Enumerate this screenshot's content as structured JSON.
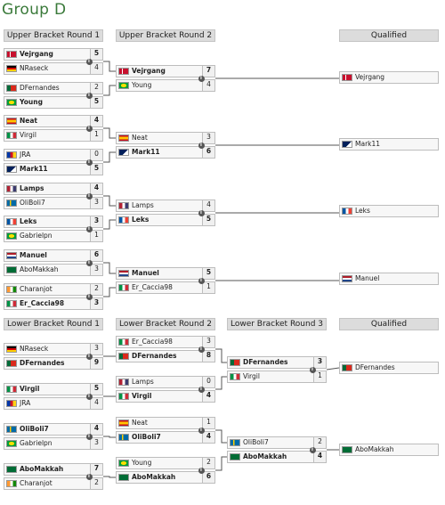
{
  "title": "Group D",
  "upper_headers": [
    "Upper Bracket Round 1",
    "Upper Bracket Round 2",
    "Qualified"
  ],
  "lower_headers": [
    "Lower Bracket Round 1",
    "Lower Bracket Round 2",
    "Lower Bracket Round 3",
    "Qualified"
  ],
  "info_glyph": "i",
  "flag_colors": {
    "dk": [
      "#c8102e",
      "#ffffff"
    ],
    "nz": [
      "#1f3a8a",
      "#c8102e"
    ],
    "de": [
      "#000000",
      "#dd0000",
      "#ffce00"
    ],
    "pt": [
      "#046a38",
      "#da291c"
    ],
    "br": [
      "#009c3b",
      "#ffdf00"
    ],
    "es": [
      "#c60b1e",
      "#ffc400"
    ],
    "it": [
      "#009246",
      "#ffffff",
      "#ce2b37"
    ],
    "ph": [
      "#0038a8",
      "#ce1126",
      "#fcd116"
    ],
    "au": [
      "#00205b",
      "#ffffff"
    ],
    "us": [
      "#b22234",
      "#ffffff",
      "#3c3b6e"
    ],
    "se": [
      "#006aa7",
      "#fecc00"
    ],
    "fr": [
      "#0055a4",
      "#ffffff",
      "#ef4135"
    ],
    "nl": [
      "#ae1c28",
      "#ffffff",
      "#21468b"
    ],
    "sa": [
      "#006c35",
      "#ffffff"
    ],
    "in": [
      "#ff9933",
      "#ffffff",
      "#138808"
    ]
  },
  "upper_r1": [
    [
      {
        "name": "Vejrgang",
        "flag": "dk",
        "score": "5",
        "win": true
      },
      {
        "name": "NRaseck",
        "flag": "de",
        "score": "4",
        "win": false
      }
    ],
    [
      {
        "name": "DFernandes",
        "flag": "pt",
        "score": "2",
        "win": false
      },
      {
        "name": "Young",
        "flag": "br",
        "score": "5",
        "win": true
      }
    ],
    [
      {
        "name": "Neat",
        "flag": "es",
        "score": "4",
        "win": true
      },
      {
        "name": "Virgil",
        "flag": "it",
        "score": "1",
        "win": false
      }
    ],
    [
      {
        "name": "JRA",
        "flag": "ph",
        "score": "0",
        "win": false
      },
      {
        "name": "Mark11",
        "flag": "au",
        "score": "5",
        "win": true
      }
    ],
    [
      {
        "name": "Lamps",
        "flag": "us",
        "score": "4",
        "win": true
      },
      {
        "name": "OliBoli7",
        "flag": "se",
        "score": "3",
        "win": false
      }
    ],
    [
      {
        "name": "Leks",
        "flag": "fr",
        "score": "3",
        "win": true
      },
      {
        "name": "Gabrielpn",
        "flag": "br",
        "score": "1",
        "win": false
      }
    ],
    [
      {
        "name": "Manuel",
        "flag": "nl",
        "score": "6",
        "win": true
      },
      {
        "name": "AboMakkah",
        "flag": "sa",
        "score": "3",
        "win": false
      }
    ],
    [
      {
        "name": "Charanjot",
        "flag": "in",
        "score": "2",
        "win": false
      },
      {
        "name": "Er_Caccia98",
        "flag": "it",
        "score": "3",
        "win": true
      }
    ]
  ],
  "upper_r2": [
    [
      {
        "name": "Vejrgang",
        "flag": "dk",
        "score": "7",
        "win": true
      },
      {
        "name": "Young",
        "flag": "br",
        "score": "4",
        "win": false
      }
    ],
    [
      {
        "name": "Neat",
        "flag": "es",
        "score": "3",
        "win": false
      },
      {
        "name": "Mark11",
        "flag": "au",
        "score": "6",
        "win": true
      }
    ],
    [
      {
        "name": "Lamps",
        "flag": "us",
        "score": "4",
        "win": false
      },
      {
        "name": "Leks",
        "flag": "fr",
        "score": "5",
        "win": true
      }
    ],
    [
      {
        "name": "Manuel",
        "flag": "nl",
        "score": "5",
        "win": true
      },
      {
        "name": "Er_Caccia98",
        "flag": "it",
        "score": "1",
        "win": false
      }
    ]
  ],
  "upper_qualified": [
    {
      "name": "Vejrgang",
      "flag": "dk"
    },
    {
      "name": "Mark11",
      "flag": "au"
    },
    {
      "name": "Leks",
      "flag": "fr"
    },
    {
      "name": "Manuel",
      "flag": "nl"
    }
  ],
  "lower_r1": [
    [
      {
        "name": "NRaseck",
        "flag": "de",
        "score": "3",
        "win": false
      },
      {
        "name": "DFernandes",
        "flag": "pt",
        "score": "9",
        "win": true
      }
    ],
    [
      {
        "name": "Virgil",
        "flag": "it",
        "score": "5",
        "win": true
      },
      {
        "name": "JRA",
        "flag": "ph",
        "score": "4",
        "win": false
      }
    ],
    [
      {
        "name": "OliBoli7",
        "flag": "se",
        "score": "4",
        "win": true
      },
      {
        "name": "Gabrielpn",
        "flag": "br",
        "score": "3",
        "win": false
      }
    ],
    [
      {
        "name": "AboMakkah",
        "flag": "sa",
        "score": "7",
        "win": true
      },
      {
        "name": "Charanjot",
        "flag": "in",
        "score": "2",
        "win": false
      }
    ]
  ],
  "lower_r2": [
    [
      {
        "name": "Er_Caccia98",
        "flag": "it",
        "score": "3",
        "win": false
      },
      {
        "name": "DFernandes",
        "flag": "pt",
        "score": "8",
        "win": true
      }
    ],
    [
      {
        "name": "Lamps",
        "flag": "us",
        "score": "0",
        "win": false
      },
      {
        "name": "Virgil",
        "flag": "it",
        "score": "4",
        "win": true
      }
    ],
    [
      {
        "name": "Neat",
        "flag": "es",
        "score": "1",
        "win": false
      },
      {
        "name": "OliBoli7",
        "flag": "se",
        "score": "4",
        "win": true
      }
    ],
    [
      {
        "name": "Young",
        "flag": "br",
        "score": "2",
        "win": false
      },
      {
        "name": "AboMakkah",
        "flag": "sa",
        "score": "6",
        "win": true
      }
    ]
  ],
  "lower_r3": [
    [
      {
        "name": "DFernandes",
        "flag": "pt",
        "score": "3",
        "win": true
      },
      {
        "name": "Virgil",
        "flag": "it",
        "score": "1",
        "win": false
      }
    ],
    [
      {
        "name": "OliBoli7",
        "flag": "se",
        "score": "2",
        "win": false
      },
      {
        "name": "AboMakkah",
        "flag": "sa",
        "score": "4",
        "win": true
      }
    ]
  ],
  "lower_qualified": [
    {
      "name": "DFernandes",
      "flag": "pt"
    },
    {
      "name": "AboMakkah",
      "flag": "sa"
    }
  ]
}
